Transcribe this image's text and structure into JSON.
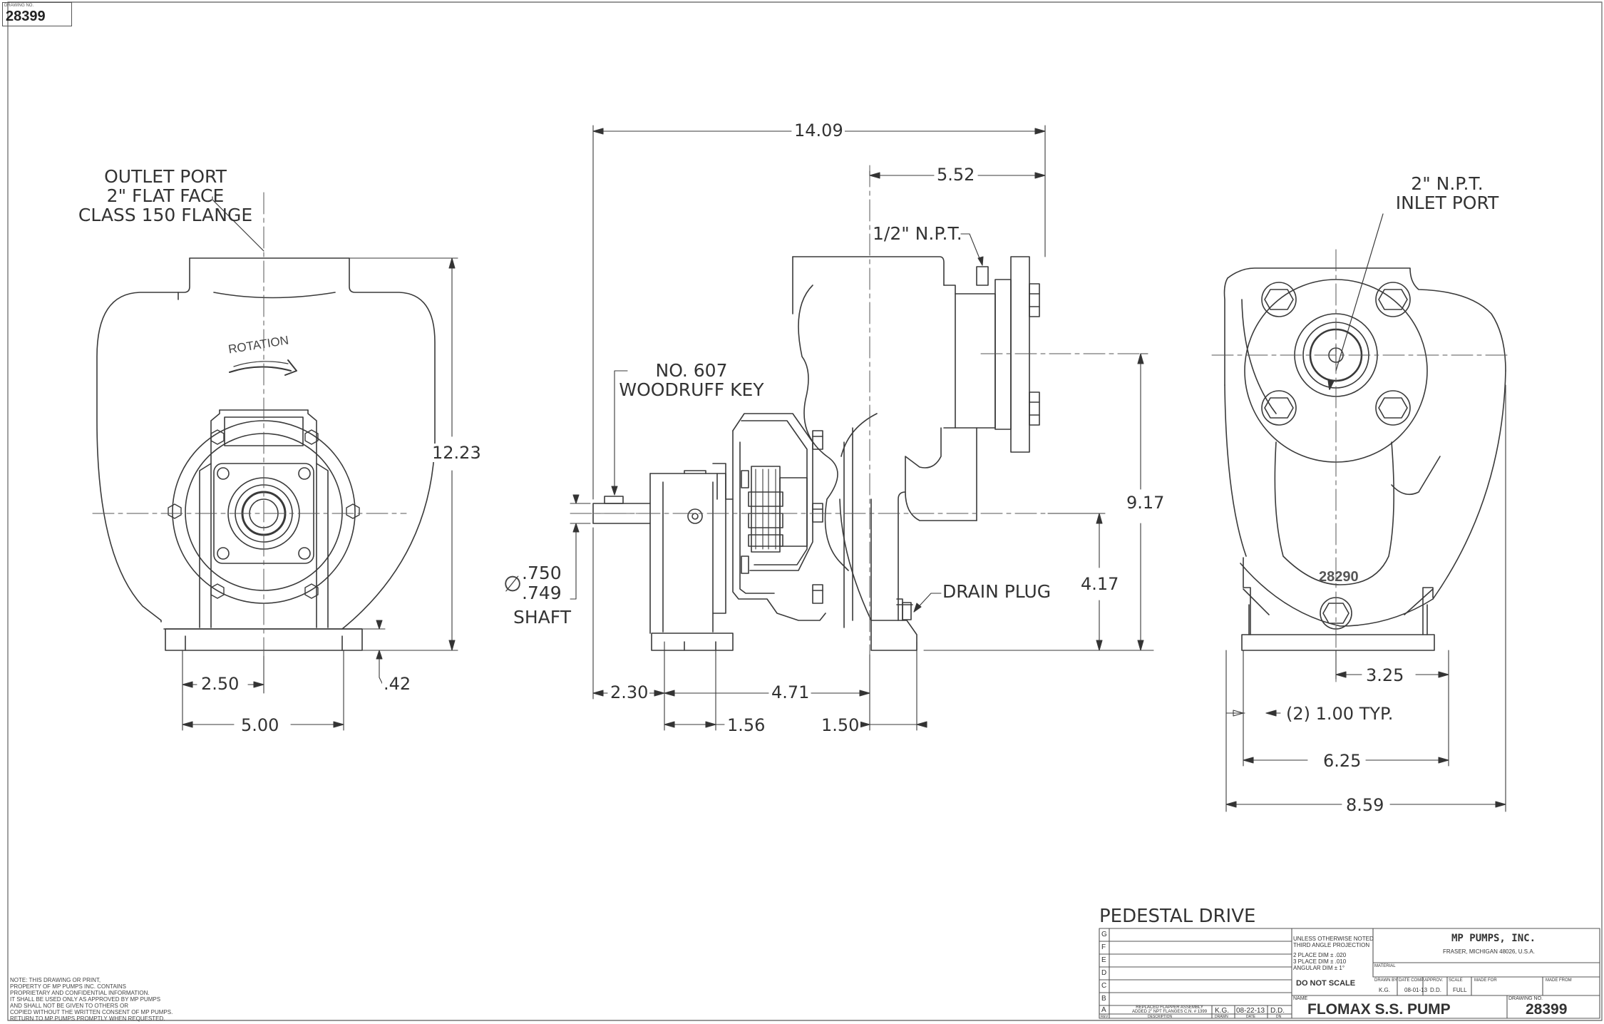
{
  "sheet": {
    "drawing_no_caption": "DRAWING NO.",
    "drawing_no": "28399"
  },
  "left_view": {
    "outlet_label": [
      "OUTLET PORT",
      "2\" FLAT FACE",
      "CLASS 150 FLANGE"
    ],
    "rotation_text": "ROTATION",
    "dim_height": "12.23",
    "dim_half_base": "2.50",
    "dim_base": "5.00",
    "dim_foot": ".42"
  },
  "side_view": {
    "dim_overall": "14.09",
    "dim_flange": "5.52",
    "npt_label": "1/2\" N.P.T.",
    "key_label": [
      "NO. 607",
      "WOODRUFF KEY"
    ],
    "shaft_dia_symbol": "∅",
    "shaft_dia_max": ".750",
    "shaft_dia_min": ".749",
    "shaft_label": "SHAFT",
    "drain_label": "DRAIN PLUG",
    "dim_inlet_height": "9.17",
    "dim_shaft_height": "4.17",
    "dim_shaft_ext": "2.30",
    "dim_mount": "4.71",
    "dim_pedestal": "1.56",
    "dim_casing_foot": "1.50"
  },
  "right_view": {
    "inlet_label": [
      "2\" N.P.T.",
      "INLET PORT"
    ],
    "casting_no": "28290",
    "dim_hole": "3.25",
    "dim_typ": "(2) 1.00 TYP.",
    "dim_holes": "6.25",
    "dim_width": "8.59"
  },
  "note": [
    "NOTE: THIS DRAWING OR PRINT,",
    "PROPERTY OF MP PUMPS INC. CONTAINS",
    "PROPRIETARY AND CONFIDENTIAL INFORMATION.",
    "IT SHALL BE USED ONLY AS APPROVED BY MP PUMPS",
    "AND SHALL NOT BE GIVEN TO OTHERS OR",
    "COPIED WITHOUT THE WRITTEN CONSENT OF MP PUMPS.",
    "RETURN TO MP PUMPS PROMPTLY WHEN REQUESTED."
  ],
  "title_block": {
    "heading": "PEDESTAL DRIVE",
    "rev_letters": [
      "G",
      "F",
      "E",
      "D",
      "C",
      "B",
      "A"
    ],
    "rev_a_description": [
      "REPLACED FLAPPER ASSEMBLY",
      "ADDED 2\" NPT FLANGES C.N. # 1399"
    ],
    "rev_a_drawn": "K.G.",
    "rev_a_date": "08-22-13",
    "rev_a_dn": "D.D.",
    "col_rev": "REV",
    "col_description": "DESCRIPTION",
    "col_drawn": "DRAWN",
    "col_date": "DATE",
    "col_dn": "DN",
    "tolerance": [
      "UNLESS OTHERWISE NOTED",
      "THIRD ANGLE PROJECTION",
      "2 PLACE DIM ± .020",
      "3 PLACE DIM ± .010",
      "ANGULAR DIM ± 1°"
    ],
    "do_not_scale": "DO NOT SCALE",
    "company": "MP PUMPS, INC.",
    "address": "FRASER, MICHIGAN 48026, U.S.A.",
    "material_caption": "MATERIAL",
    "drawn_by_caption": "DRAWN BY",
    "drawn_by": "K.G.",
    "date_comp_caption": "DATE COMP.",
    "date_comp": "08-01-13",
    "approv_caption": "APPROV.",
    "approv": "D.D.",
    "scale_caption": "SCALE",
    "scale": "FULL",
    "made_for_caption": "MADE FOR",
    "made_from_caption": "MADE FROM",
    "name_caption": "NAME",
    "name": "FLOMAX S.S. PUMP",
    "drawing_no_caption": "DRAWING NO.",
    "drawing_no": "28399"
  }
}
